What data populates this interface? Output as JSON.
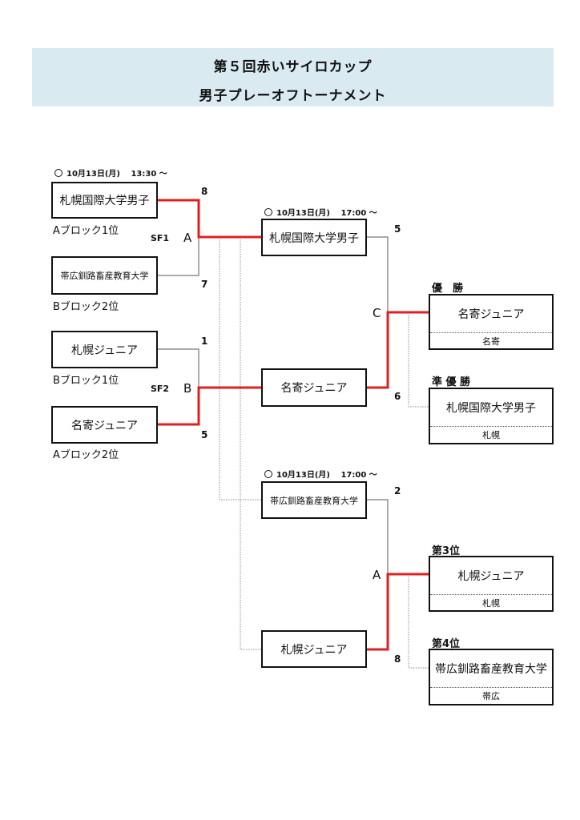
{
  "header": {
    "title_line1": "第５回赤いサイロカップ",
    "title_line2": "男子プレーオフトーナメント",
    "background_color": "#d9eaf1"
  },
  "colors": {
    "winner_line": "#e02020",
    "loser_line": "#555555",
    "dotted_line": "#888888"
  },
  "semifinals": {
    "schedule": "10月13日(月)　 13:30 ～",
    "schedule_icon": "circle-icon",
    "sf1": {
      "label": "SF1",
      "court": "A",
      "team1": {
        "name": "札幌国際大学男子",
        "seed": "Aブロック1位",
        "score": "8",
        "winner": true
      },
      "team2": {
        "name": "帯広釧路畜産教育大学",
        "seed": "Bブロック2位",
        "score": "7",
        "winner": false
      }
    },
    "sf2": {
      "label": "SF2",
      "court": "B",
      "team1": {
        "name": "札幌ジュニア",
        "seed": "Bブロック1位",
        "score": "1",
        "winner": false
      },
      "team2": {
        "name": "名寄ジュニア",
        "seed": "Aブロック2位",
        "score": "5",
        "winner": true
      }
    }
  },
  "final": {
    "schedule": "10月13日(月)　 17:00 ～",
    "court": "C",
    "team1": {
      "name": "札幌国際大学男子",
      "score": "5",
      "winner": false
    },
    "team2": {
      "name": "名寄ジュニア",
      "score": "6",
      "winner": true
    }
  },
  "third_place": {
    "schedule": "10月13日(月)　 17:00 ～",
    "court": "A",
    "team1": {
      "name": "帯広釧路畜産教育大学",
      "score": "2",
      "winner": false
    },
    "team2": {
      "name": "札幌ジュニア",
      "score": "8",
      "winner": true
    }
  },
  "results": [
    {
      "rank": "優　勝",
      "team": "名寄ジュニア",
      "city": "名寄"
    },
    {
      "rank": "準 優 勝",
      "team": "札幌国際大学男子",
      "city": "札幌"
    },
    {
      "rank": "第3位",
      "team": "札幌ジュニア",
      "city": "札幌"
    },
    {
      "rank": "第4位",
      "team": "帯広釧路畜産教育大学",
      "city": "帯広"
    }
  ]
}
